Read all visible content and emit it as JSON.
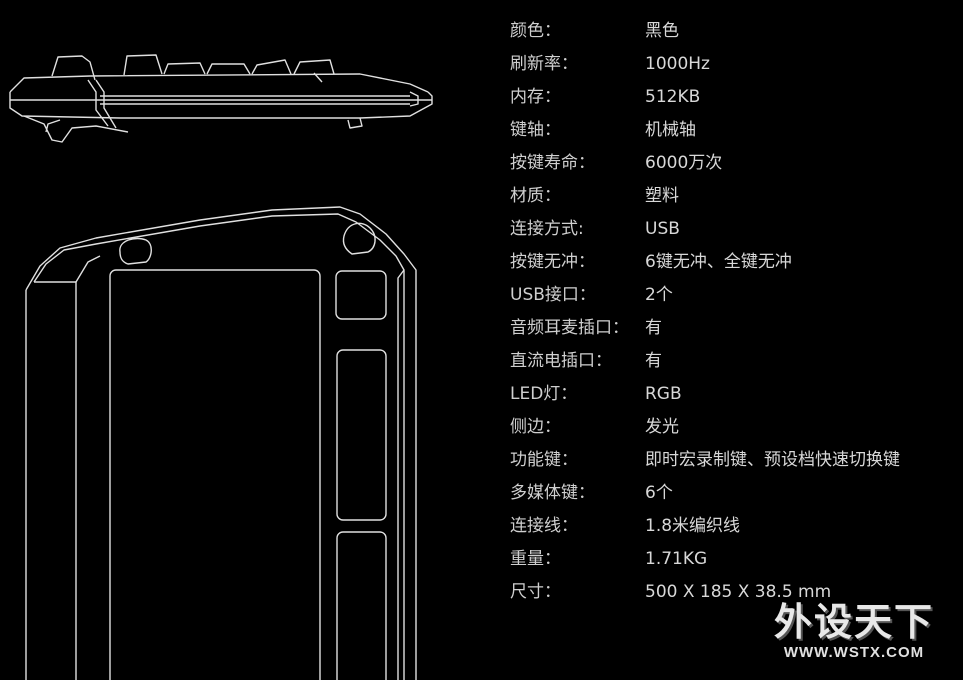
{
  "specs": [
    {
      "label": "颜色：",
      "value": "黑色"
    },
    {
      "label": "刷新率：",
      "value": "1000Hz"
    },
    {
      "label": "内存：",
      "value": "512KB"
    },
    {
      "label": "键轴：",
      "value": "机械轴"
    },
    {
      "label": "按键寿命：",
      "value": "6000万次"
    },
    {
      "label": "材质：",
      "value": "塑料"
    },
    {
      "label": "连接方式:",
      "value": "USB"
    },
    {
      "label": "按键无冲：",
      "value": "6键无冲、全键无冲"
    },
    {
      "label": "USB接口：",
      "value": "2个"
    },
    {
      "label": "音频耳麦插口：",
      "value": "有"
    },
    {
      "label": "直流电插口：",
      "value": "有"
    },
    {
      "label": "LED灯：",
      "value": "RGB"
    },
    {
      "label": "侧边：",
      "value": "发光"
    },
    {
      "label": "功能键：",
      "value": "即时宏录制键、预设档快速切换键"
    },
    {
      "label": "多媒体键：",
      "value": "6个"
    },
    {
      "label": "连接线：",
      "value": "1.8米编织线"
    },
    {
      "label": "重量：",
      "value": "1.71KG"
    },
    {
      "label": "尺寸：",
      "value": "500 X 185 X 38.5 mm"
    }
  ],
  "watermark": {
    "title": "外设天下",
    "url": "WWW.WSTX.COM"
  },
  "colors": {
    "background": "#000000",
    "line": "#e0e0e0",
    "text": "#d6d6d6"
  }
}
